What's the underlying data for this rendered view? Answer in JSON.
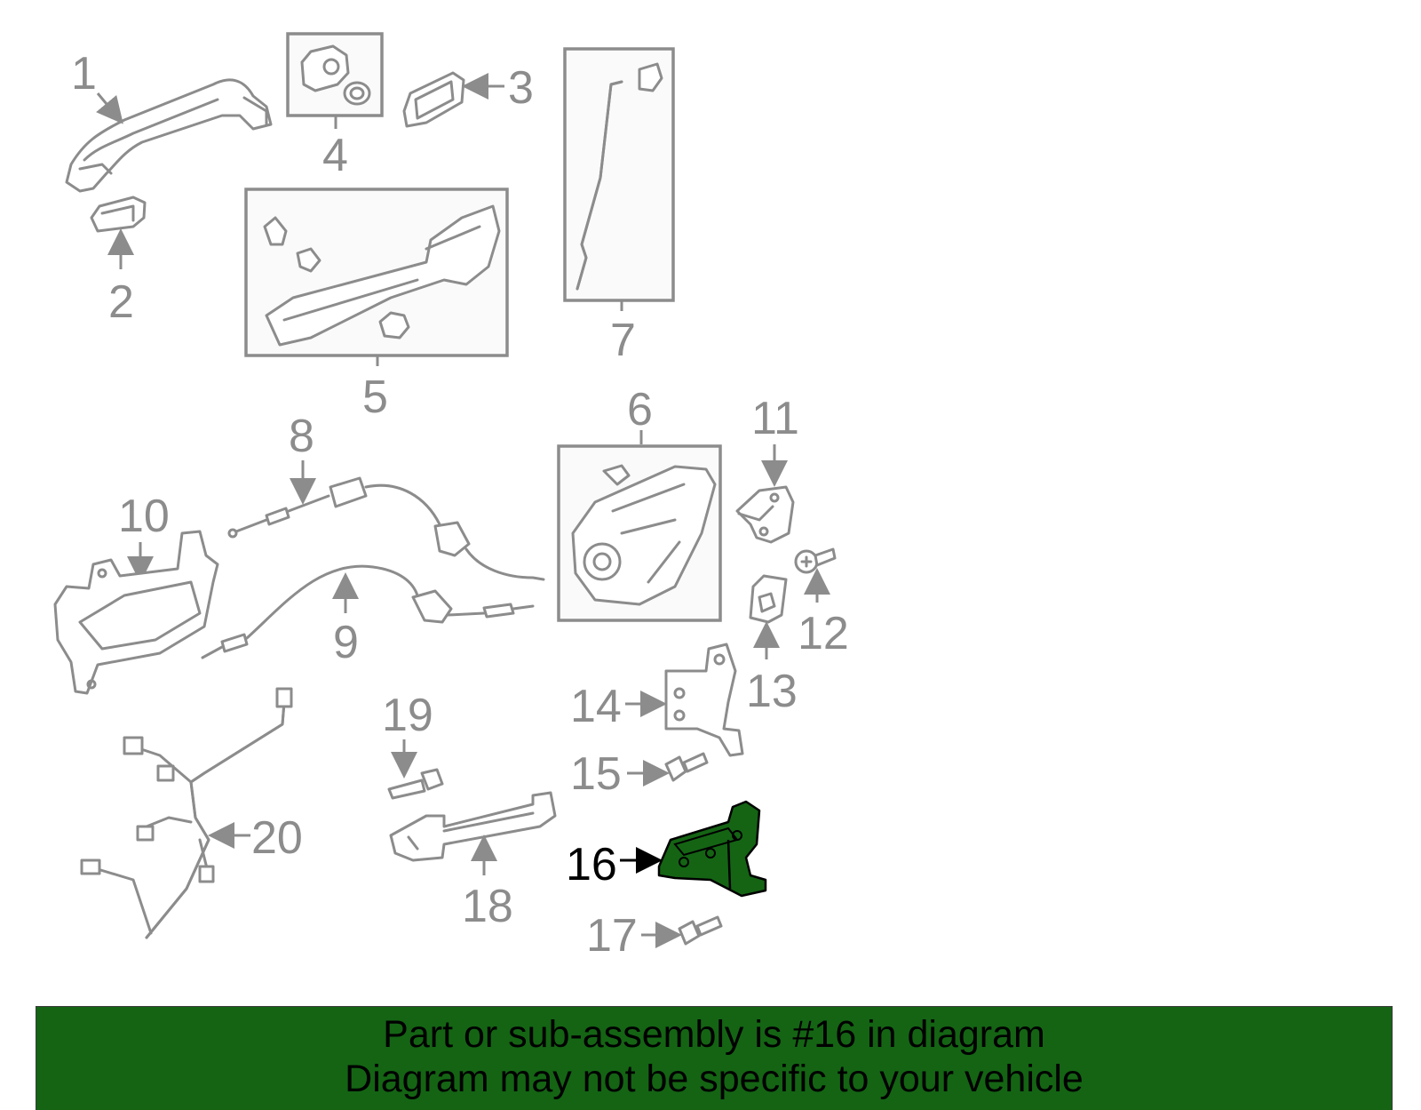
{
  "colors": {
    "banner_bg": "#146414",
    "highlight_part": "#146414",
    "line_gray": "#8c8c8c",
    "highlight_text": "#000000"
  },
  "callouts": [
    "1",
    "2",
    "3",
    "4",
    "5",
    "6",
    "7",
    "8",
    "9",
    "10",
    "11",
    "12",
    "13",
    "14",
    "15",
    "16",
    "17",
    "18",
    "19",
    "20"
  ],
  "highlighted_callout": "16",
  "banner": {
    "line1": "Part or sub-assembly is #16 in diagram",
    "line2": "Diagram may not be specific to your vehicle"
  }
}
